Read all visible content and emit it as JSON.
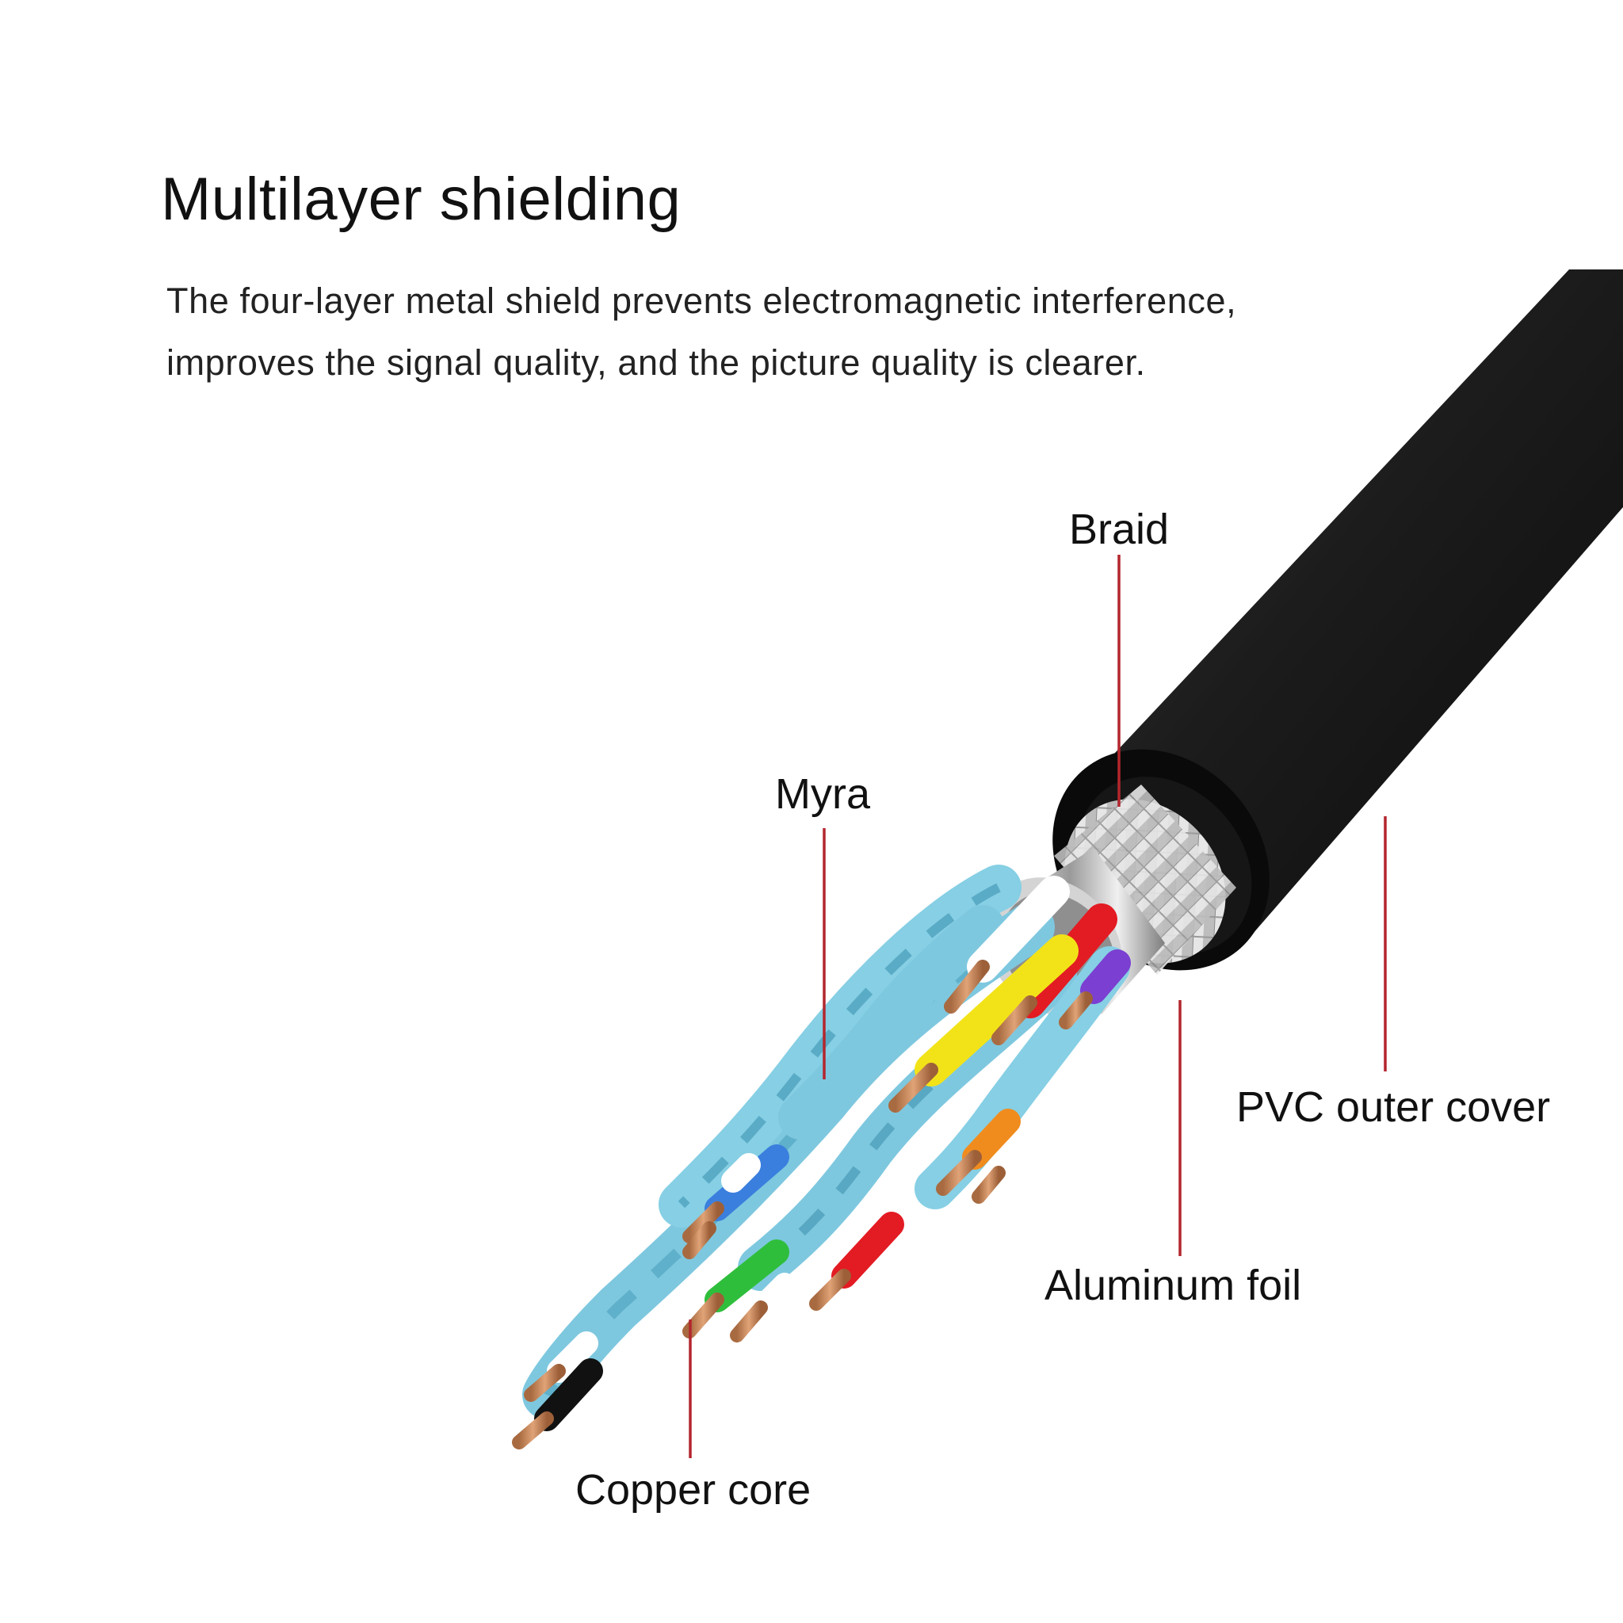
{
  "title": "Multilayer shielding",
  "description": [
    "The four-layer metal shield prevents electromagnetic interference,",
    "improves the signal quality, and the picture quality is clearer."
  ],
  "labels": {
    "braid": "Braid",
    "myra": "Myra",
    "pvc": "PVC outer cover",
    "aluminum": "Aluminum foil",
    "copper": "Copper core"
  },
  "colors": {
    "leader_line": "#b3262e",
    "outer_jacket": "#1a1a1a",
    "pair_insulation": "#7ec8df",
    "copper": "#c8875a"
  }
}
